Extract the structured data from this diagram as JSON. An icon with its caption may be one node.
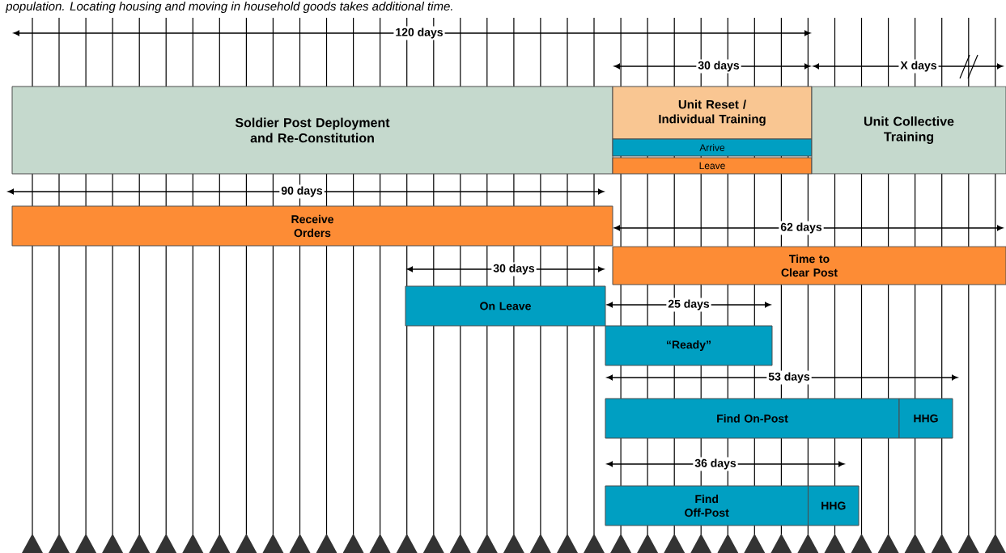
{
  "diagram": {
    "nodes": [
      {
        "text": [
          "Soldier Post Deployment and Re-Constitution"
        ]
      },
      {
        "text": [
          "Unit Reset / Individual Training"
        ]
      },
      {
        "text": [
          "Arrive"
        ]
      },
      {
        "text": [
          "Leave"
        ]
      },
      {
        "text": [
          "Unit Collective Training"
        ]
      },
      {
        "text": [
          "Receive Orders"
        ]
      },
      {
        "text": [
          "Time to Clear Post"
        ]
      },
      {
        "text": [
          "On Leave"
        ]
      },
      {
        "text": [
          "“Ready”"
        ]
      },
      {
        "text": [
          "Find On-Post"
        ]
      },
      {
        "text": [
          "HHG"
        ]
      },
      {
        "text": [
          "Find Off-Post"
        ]
      },
      {
        "text": [
          "HHG"
        ]
      }
    ],
    "labels": [
      "population. Locating housing and moving in household goods takes additional time.",
      "120 days",
      "30 days",
      "X days",
      "90 days",
      "62 days",
      "30 days",
      "25 days",
      "53 days",
      "36 days"
    ]
  }
}
